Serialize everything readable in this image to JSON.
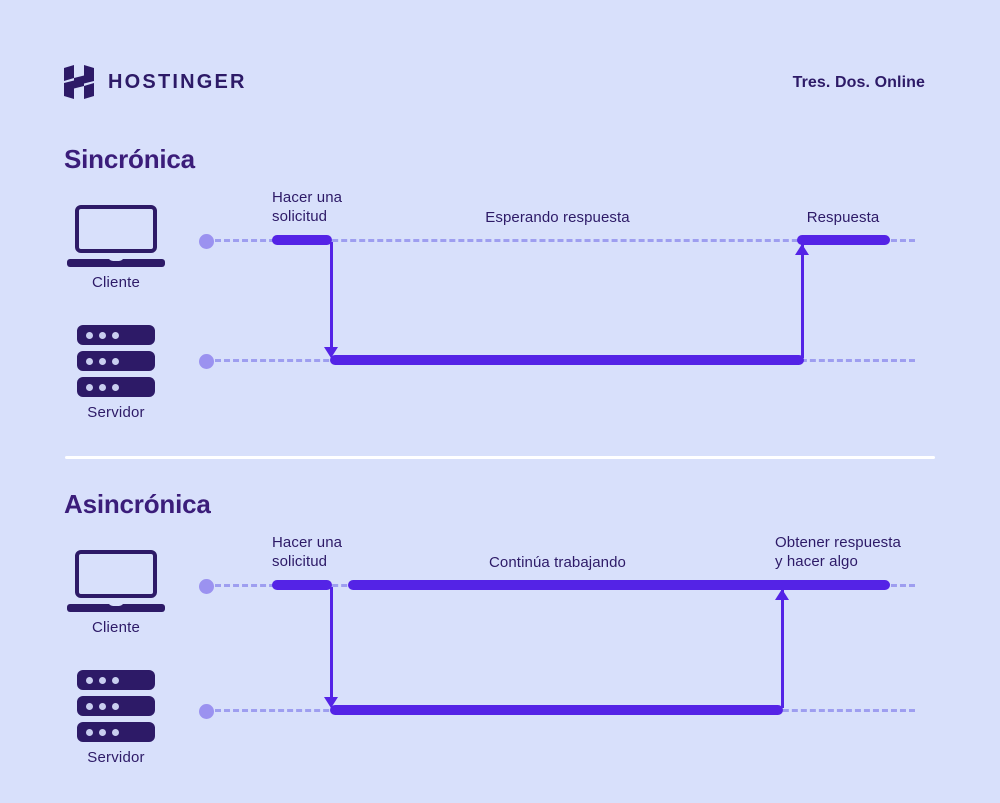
{
  "brand": {
    "name": "HOSTINGER",
    "logo_icon": "hostinger-h-logo",
    "tagline": "Tres. Dos. Online"
  },
  "colors": {
    "background": "#d8e0fb",
    "brand_dark": "#2d1a67",
    "accent_violet": "#5423e6",
    "track_dashed": "#9e9ef0",
    "start_dot": "#9b92f0",
    "divider": "#ffffff"
  },
  "sections": [
    {
      "id": "sincronica",
      "title": "Sincrónica",
      "actors": [
        {
          "id": "cliente",
          "label": "Cliente",
          "icon": "laptop-icon"
        },
        {
          "id": "servidor",
          "label": "Servidor",
          "icon": "server-icon"
        }
      ],
      "annotations": [
        {
          "id": "hacer-solicitud",
          "text": "Hacer una\nsolicitud"
        },
        {
          "id": "esperando-respuesta",
          "text": "Esperando respuesta"
        },
        {
          "id": "respuesta",
          "text": "Respuesta"
        }
      ]
    },
    {
      "id": "asincronica",
      "title": "Asincrónica",
      "actors": [
        {
          "id": "cliente",
          "label": "Cliente",
          "icon": "laptop-icon"
        },
        {
          "id": "servidor",
          "label": "Servidor",
          "icon": "server-icon"
        }
      ],
      "annotations": [
        {
          "id": "hacer-solicitud",
          "text": "Hacer una\nsolicitud"
        },
        {
          "id": "continua-trabajando",
          "text": "Continúa trabajando"
        },
        {
          "id": "obtener-respuesta",
          "text": "Obtener respuesta\ny hacer algo"
        }
      ]
    }
  ]
}
